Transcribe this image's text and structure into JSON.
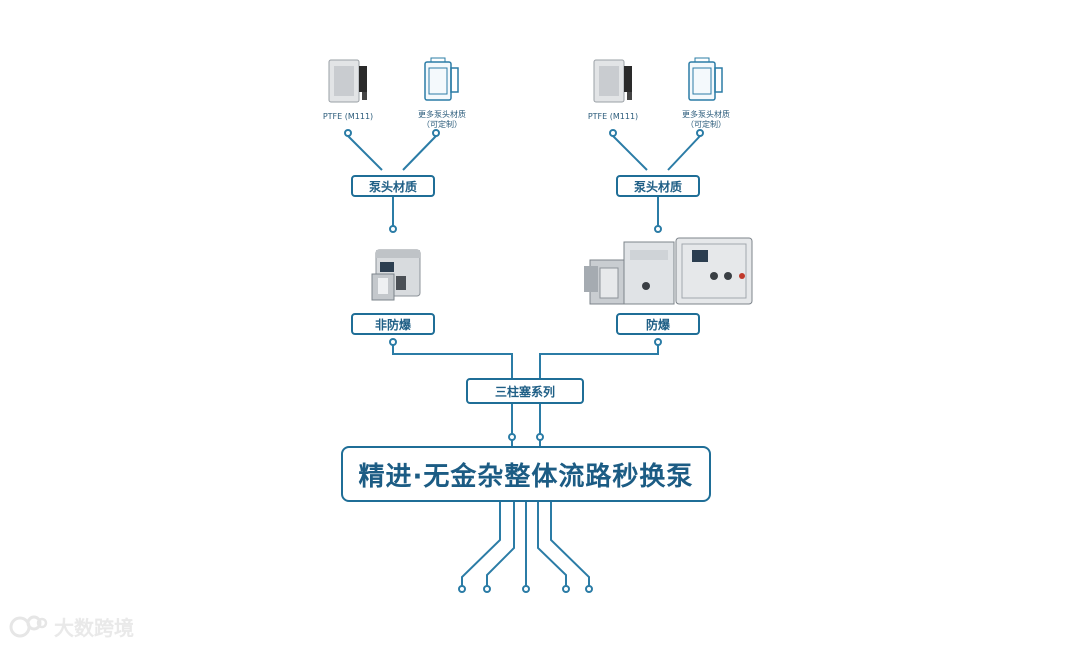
{
  "diagram": {
    "main_box": "精进·无金杂整体流路秒换泵",
    "series_box": "三柱塞系列",
    "left_branch": {
      "type_box": "非防爆",
      "material_box": "泵头材质",
      "option_1_caption": "PTFE (M111)",
      "option_2_caption_line1": "更多泵头材质",
      "option_2_caption_line2": "（可定制）"
    },
    "right_branch": {
      "type_box": "防爆",
      "material_box": "泵头材质",
      "option_1_caption": "PTFE (M111)",
      "option_2_caption_line1": "更多泵头材质",
      "option_2_caption_line2": "（可定制）"
    }
  },
  "watermark": "大数跨境",
  "colors": {
    "line": "#2b7ca6",
    "box_border": "#1f6e97",
    "text": "#1f5f86"
  },
  "icons": [
    "pump-head-photo",
    "pump-head-outline",
    "non-explosion-proof-pump",
    "explosion-proof-pump"
  ]
}
